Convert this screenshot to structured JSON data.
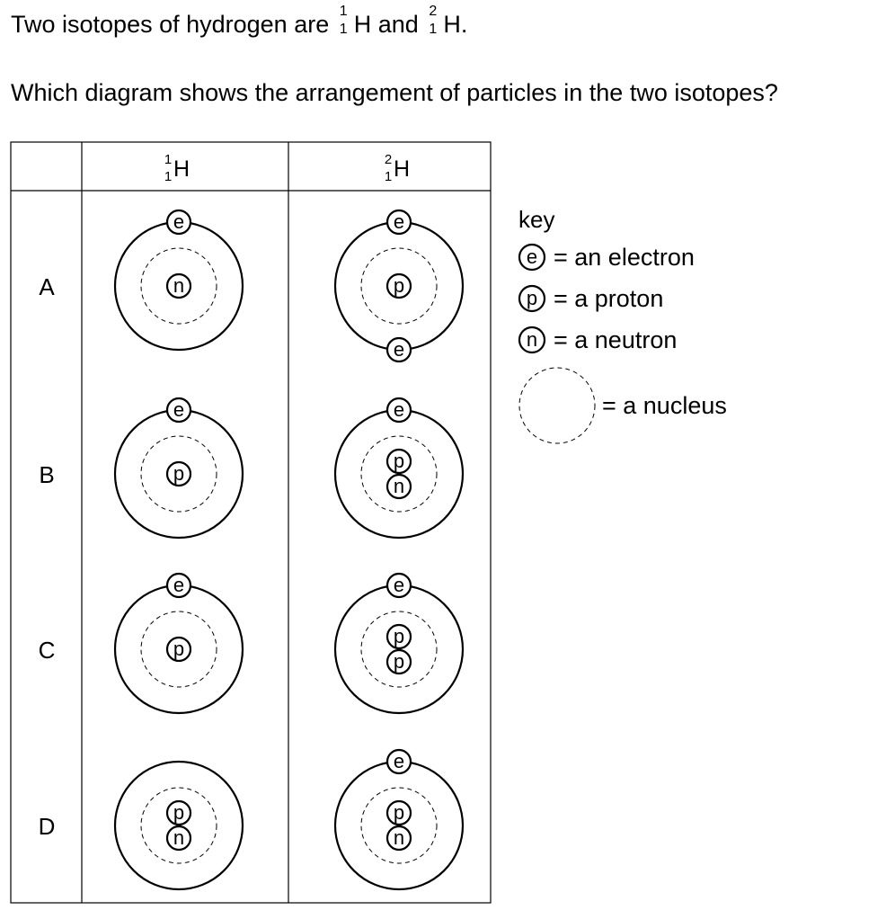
{
  "question": {
    "line1_prefix": "Two isotopes of hydrogen are",
    "line1_and": "and",
    "line1_end": ".",
    "iso1": {
      "mass": "1",
      "atomic": "1",
      "symbol": "H"
    },
    "iso2": {
      "mass": "2",
      "atomic": "1",
      "symbol": "H"
    },
    "line2": "Which diagram shows the arrangement of particles in the two isotopes?"
  },
  "table": {
    "headers": [
      {
        "mass": "1",
        "atomic": "1",
        "symbol": "H"
      },
      {
        "mass": "2",
        "atomic": "1",
        "symbol": "H"
      }
    ],
    "rows": [
      {
        "label": "A",
        "col1": {
          "nucleus": [
            "n"
          ],
          "electrons_top": 1,
          "electrons_bottom": 0
        },
        "col2": {
          "nucleus": [
            "p"
          ],
          "electrons_top": 1,
          "electrons_bottom": 1
        }
      },
      {
        "label": "B",
        "col1": {
          "nucleus": [
            "p"
          ],
          "electrons_top": 1,
          "electrons_bottom": 0
        },
        "col2": {
          "nucleus": [
            "p",
            "n"
          ],
          "electrons_top": 1,
          "electrons_bottom": 0
        }
      },
      {
        "label": "C",
        "col1": {
          "nucleus": [
            "p"
          ],
          "electrons_top": 1,
          "electrons_bottom": 0
        },
        "col2": {
          "nucleus": [
            "p",
            "p"
          ],
          "electrons_top": 1,
          "electrons_bottom": 0
        }
      },
      {
        "label": "D",
        "col1": {
          "nucleus": [
            "p",
            "n"
          ],
          "electrons_top": 0,
          "electrons_bottom": 0
        },
        "col2": {
          "nucleus": [
            "p",
            "n"
          ],
          "electrons_top": 1,
          "electrons_bottom": 0
        }
      }
    ]
  },
  "key": {
    "title": "key",
    "electron": {
      "symbol": "e",
      "text": "= an electron"
    },
    "proton": {
      "symbol": "p",
      "text": "= a proton"
    },
    "neutron": {
      "symbol": "n",
      "text": "= a neutron"
    },
    "nucleus": {
      "text": "= a nucleus"
    }
  }
}
